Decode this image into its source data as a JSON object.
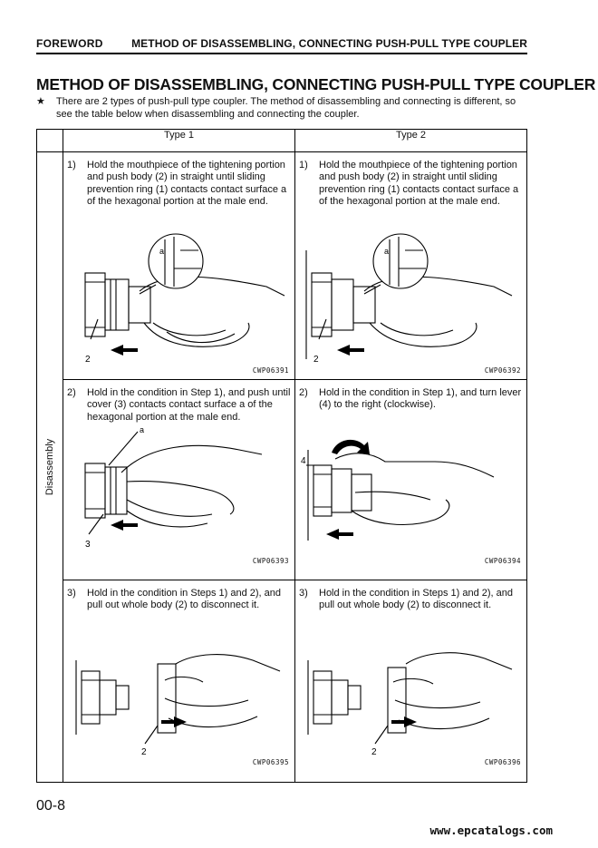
{
  "header": {
    "section": "FOREWORD",
    "title": "METHOD OF DISASSEMBLING, CONNECTING PUSH-PULL TYPE COUPLER"
  },
  "page_title": "METHOD OF DISASSEMBLING, CONNECTING PUSH-PULL TYPE COUPLER",
  "note": {
    "symbol": "★",
    "text": "There are 2 types of push-pull type coupler.  The method of disassembling and connecting is different, so see the table below when disassembling and connecting the coupler."
  },
  "table": {
    "col_headers": [
      "Type 1",
      "Type 2"
    ],
    "row_label": "Disassembly",
    "rows": [
      {
        "type1": {
          "num": "1)",
          "text": "Hold the mouthpiece of the tightening portion and push body (2) in straight until sliding prevention ring (1) contacts contact surface a of the hexagonal portion at the male end.",
          "fig_code": "CWP06391",
          "callouts": [
            "a",
            "2"
          ]
        },
        "type2": {
          "num": "1)",
          "text": "Hold the mouthpiece of the tightening portion and push body (2) in straight until sliding prevention ring (1) contacts contact surface a of the hexagonal portion at the male end.",
          "fig_code": "CWP06392",
          "callouts": [
            "a",
            "2"
          ]
        }
      },
      {
        "type1": {
          "num": "2)",
          "text": "Hold in the condition in Step 1), and push until cover (3) contacts contact surface a of the hexagonal portion at the male end.",
          "fig_code": "CWP06393",
          "callouts": [
            "a",
            "3"
          ]
        },
        "type2": {
          "num": "2)",
          "text": "Hold in the condition in Step 1), and turn lever (4) to the right (clockwise).",
          "fig_code": "CWP06394",
          "callouts": [
            "4"
          ]
        }
      },
      {
        "type1": {
          "num": "3)",
          "text": "Hold in the condition in Steps 1) and 2), and pull out whole body (2) to disconnect it.",
          "fig_code": "CWP06395",
          "callouts": [
            "2"
          ]
        },
        "type2": {
          "num": "3)",
          "text": "Hold in the condition in Steps 1) and 2), and pull out whole body (2) to disconnect it.",
          "fig_code": "CWP06396",
          "callouts": [
            "2"
          ]
        }
      }
    ]
  },
  "page_number": "00-8",
  "footer": "www.epcatalogs.com"
}
